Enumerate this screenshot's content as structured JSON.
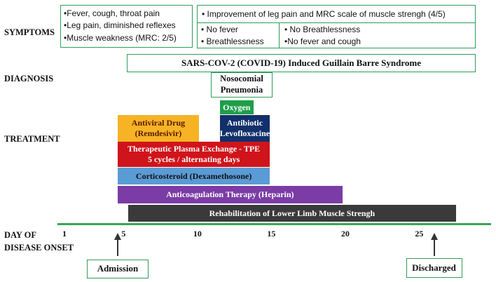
{
  "row_labels": {
    "symptoms": "SYMPTOMS",
    "diagnosis": "DIAGNOSIS",
    "treatment": "TREATMENT",
    "day_line1": "DAY OF",
    "day_line2": "DISEASE ONSET"
  },
  "symptoms": {
    "initial": [
      "•Fever, cough, throat pain",
      "•Leg pain, diminished reflexes",
      "•Muscle weakness (MRC: 2/5)"
    ],
    "improvement": "• Improvement of leg pain and MRC scale of muscle strengh (4/5)",
    "mid": [
      "• No fever",
      "• Breathlessness"
    ],
    "late": [
      "• No Breathlessness",
      "•No fever  and cough"
    ]
  },
  "diagnosis": {
    "main": "SARS-COV-2  (COVID-19)  Induced Guillain Barre Syndrome",
    "secondary_line1": "Nosocomial",
    "secondary_line2": "Pneumonia"
  },
  "treatments": {
    "oxygen": {
      "label": "Oxygen",
      "start": 11.5,
      "end": 13.8,
      "color": "#1f9e4a"
    },
    "antiviral": {
      "line1": "Antiviral Drug",
      "line2": "(Remdesivir)",
      "start": 4.6,
      "end": 10.1,
      "color": "#f5b325"
    },
    "antibiotic": {
      "line1": "Antibiotic",
      "line2": "(Levofloxacine)",
      "start": 11.5,
      "end": 14.9,
      "color": "#12306b"
    },
    "tpe": {
      "line1": "Therapeutic Plasma Exchange - TPE",
      "line2": "5 cycles / alternating days",
      "start": 4.6,
      "end": 14.9,
      "color": "#d0141b"
    },
    "corticosteroid": {
      "label": "Corticosteroid (Dexamethosone)",
      "start": 4.6,
      "end": 14.9,
      "color": "#5b9bd5"
    },
    "anticoagulation": {
      "label": "Anticoagulation Therapy (Heparin)",
      "start": 4.6,
      "end": 19.8,
      "color": "#7b3ca6"
    },
    "rehabilitation": {
      "label": "Rehabilitation of Lower Limb Muscle Strengh",
      "start": 5.3,
      "end": 27.5,
      "color": "#3a3a3a"
    }
  },
  "axis": {
    "ticks": [
      "1",
      "5",
      "10",
      "15",
      "20",
      "25"
    ],
    "tick_values": [
      1,
      5,
      10,
      15,
      20,
      25
    ],
    "color": "#3aa655"
  },
  "events": {
    "admission": {
      "label": "Admission",
      "day": 4.6
    },
    "discharged": {
      "label": "Discharged",
      "day": 26
    }
  }
}
